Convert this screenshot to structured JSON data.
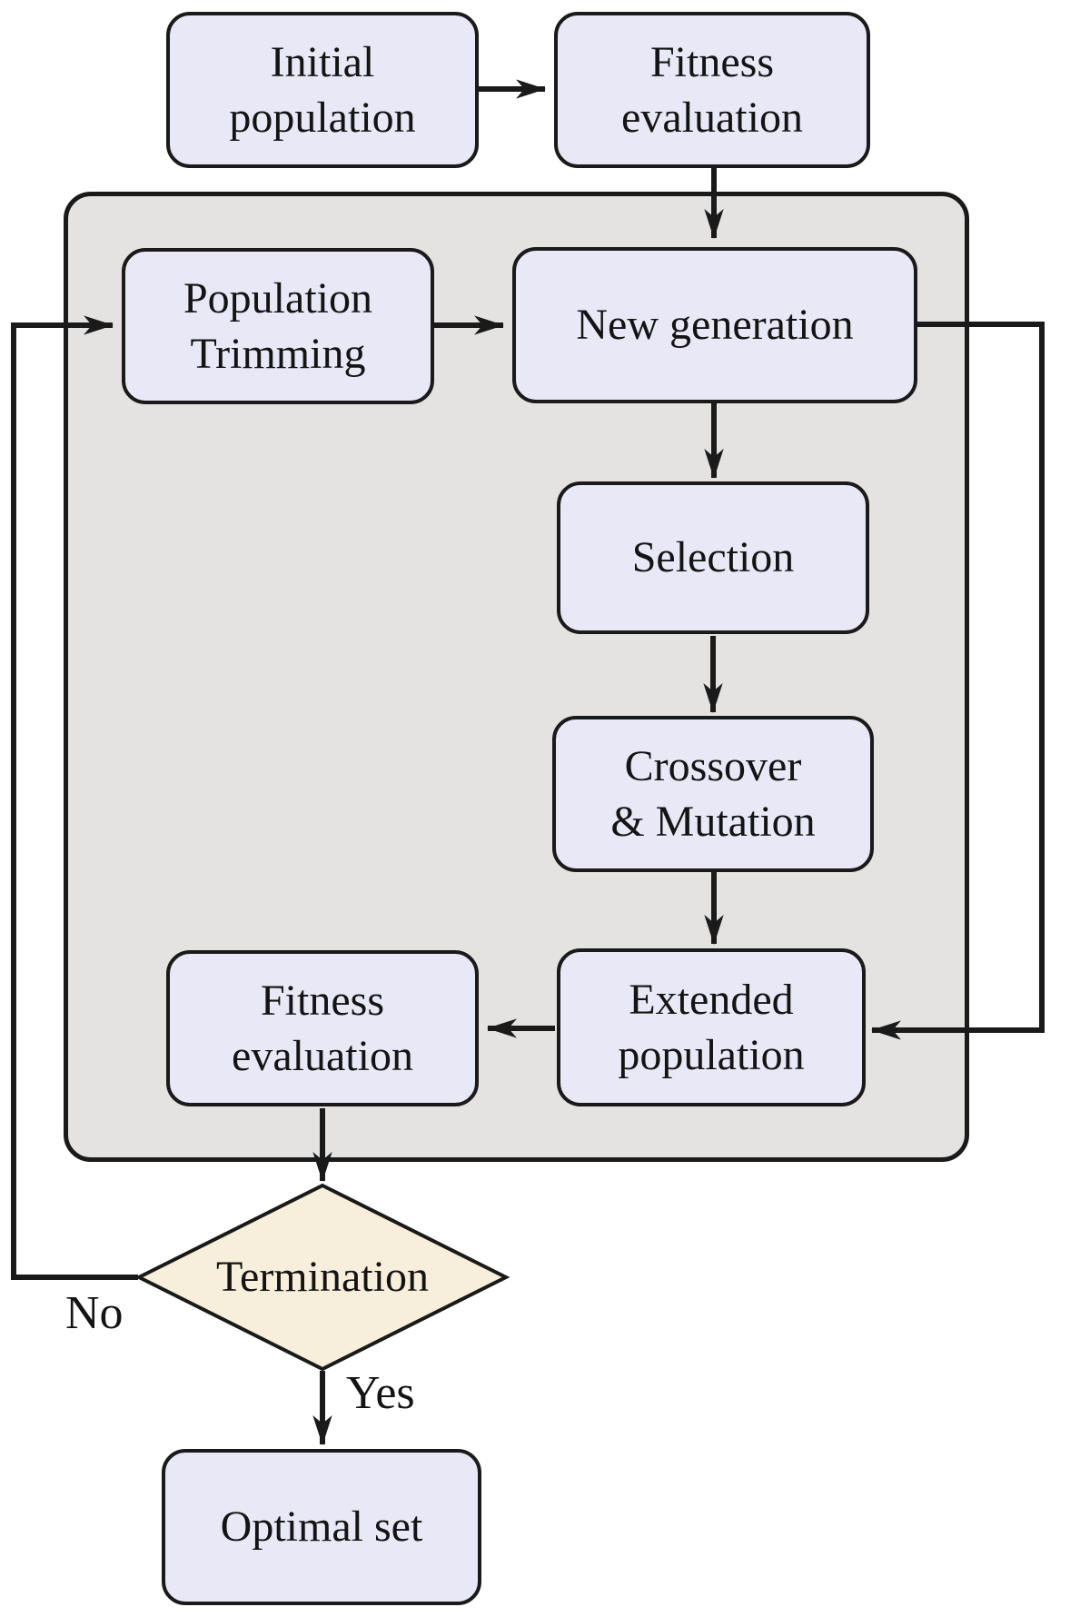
{
  "diagram": {
    "type": "flowchart",
    "subject": "genetic-algorithm-loop",
    "nodes": {
      "initial_population": {
        "label": "Initial\npopulation",
        "shape": "rounded-rect"
      },
      "fitness_evaluation_top": {
        "label": "Fitness\nevaluation",
        "shape": "rounded-rect"
      },
      "population_trimming": {
        "label": "Population\nTrimming",
        "shape": "rounded-rect"
      },
      "new_generation": {
        "label": "New generation",
        "shape": "rounded-rect"
      },
      "selection": {
        "label": "Selection",
        "shape": "rounded-rect"
      },
      "crossover_mutation": {
        "label": "Crossover\n& Mutation",
        "shape": "rounded-rect"
      },
      "extended_population": {
        "label": "Extended\npopulation",
        "shape": "rounded-rect"
      },
      "fitness_evaluation_inner": {
        "label": "Fitness\nevaluation",
        "shape": "rounded-rect"
      },
      "termination": {
        "label": "Termination",
        "shape": "diamond"
      },
      "optimal_set": {
        "label": "Optimal set",
        "shape": "rounded-rect"
      }
    },
    "edge_labels": {
      "yes": "Yes",
      "no": "No"
    },
    "colors": {
      "node_fill": "#E9E8F6",
      "node_border": "#1A1A1A",
      "container_fill": "#E4E3E1",
      "container_border": "#1A1A1A",
      "diamond_fill": "#F7EFDB",
      "line": "#1A1A1A",
      "background": "#FFFFFF",
      "text": "#141414"
    }
  }
}
